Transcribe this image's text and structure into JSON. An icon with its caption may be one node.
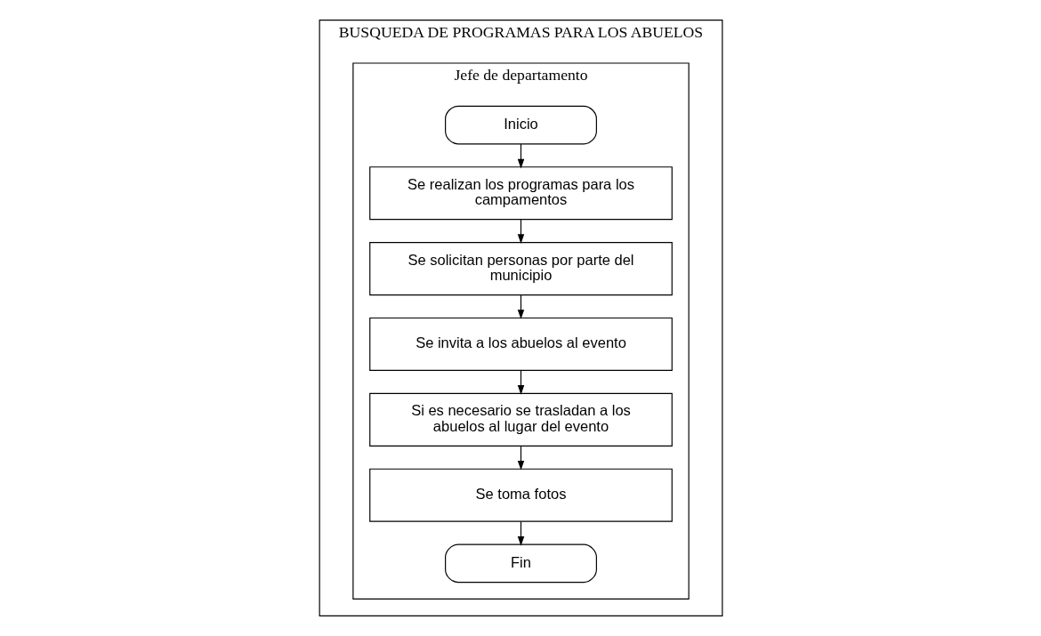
{
  "diagram": {
    "nodes": [
      {
        "text": [
          "BUSQUEDA DE PROGRAMAS PARA LOS ABUELOS"
        ]
      },
      {
        "text": [
          "Jefe de departamento"
        ],
        "in": 0
      },
      {
        "text": [
          "Inicio"
        ],
        "in": 1
      },
      {
        "text": [
          "Se realizan los programas para los campamentos"
        ],
        "in": 1
      },
      {
        "text": [
          "Se solicitan personas por parte del municipio"
        ],
        "in": 1
      },
      {
        "text": [
          "Se invita a los abuelos al evento"
        ],
        "in": 1
      },
      {
        "text": [
          "Si es necesario se trasladan a los abuelos al lugar del evento"
        ],
        "in": 1
      },
      {
        "text": [
          "Se toma fotos"
        ],
        "in": 1
      },
      {
        "text": [
          "Fin"
        ],
        "in": 1
      }
    ],
    "edges": [
      {
        "from": 2,
        "to": 3,
        "arrow": "to"
      },
      {
        "from": 3,
        "to": 4,
        "arrow": "to"
      },
      {
        "from": 4,
        "to": 5,
        "arrow": "to"
      },
      {
        "from": 5,
        "to": 6,
        "arrow": "to"
      },
      {
        "from": 6,
        "to": 7,
        "arrow": "to"
      },
      {
        "from": 7,
        "to": 8,
        "arrow": "to"
      }
    ]
  }
}
